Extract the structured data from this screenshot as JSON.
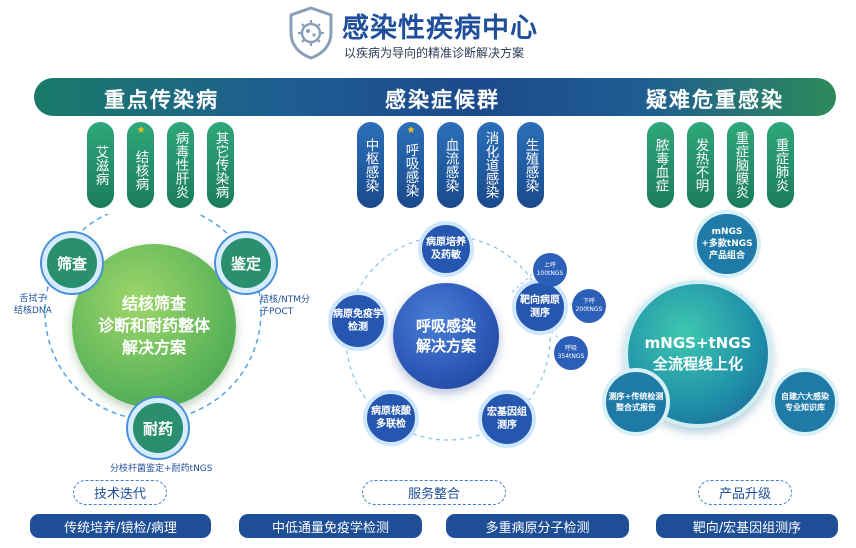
{
  "header": {
    "title": "感染性疾病中心",
    "subtitle": "以疾病为导向的精准诊断解决方案"
  },
  "banner": {
    "left": "重点传染病",
    "middle": "感染症候群",
    "right": "疑难危重感染"
  },
  "pills": {
    "left": [
      "艾滋病",
      "结核病",
      "病毒性肝炎",
      "其它传染病"
    ],
    "middle": [
      "中枢感染",
      "呼吸感染",
      "血流感染",
      "消化道感染",
      "生殖感染"
    ],
    "right": [
      "脓毒血症",
      "发热不明",
      "重症脑膜炎",
      "重症肺炎"
    ]
  },
  "left_diagram": {
    "center": "结核筛查\n诊断和耐药整体\n解决方案",
    "screen": "筛查",
    "identify": "鉴定",
    "resist": "耐药",
    "screen_label": "舌拭子\n结核DNA",
    "identify_label": "结核/NTM分\n子POCT",
    "resist_label": "分枝杆菌鉴定+耐药tNGS"
  },
  "middle_diagram": {
    "center": "呼吸感染\n解决方案",
    "culture": "病原培养\n及药敏",
    "immuno": "病原免疫学\n检测",
    "target": "靶向病原\n测序",
    "nucleic": "病原核酸\n多联检",
    "metagenome": "宏基因组\n测序",
    "t1": "上呼\n100tNGS",
    "t2": "下呼\n200tNGS",
    "t3": "呼吸\n354tNGS"
  },
  "right_diagram": {
    "center": "mNGS+tNGS\n全流程线上化",
    "top": "mNGS\n+多款tNGS\n产品组合",
    "left": "测序+传统检测\n整合式报告",
    "right": "自建六大感染\n专业知识库"
  },
  "bottom": {
    "tag_left": "技术迭代",
    "tag_middle": "服务整合",
    "tag_right": "产品升级",
    "bar1": "传统培养/镜检/病理",
    "bar2": "中低通量免疫学检测",
    "bar3": "多重病原分子检测",
    "bar4": "靶向/宏基因组测序"
  },
  "colors": {
    "navy": "#1d4e96",
    "green": "#2ea67a",
    "blue": "#2b6fb8"
  },
  "icons": [
    "shield-virus-icon",
    "star-icon"
  ]
}
